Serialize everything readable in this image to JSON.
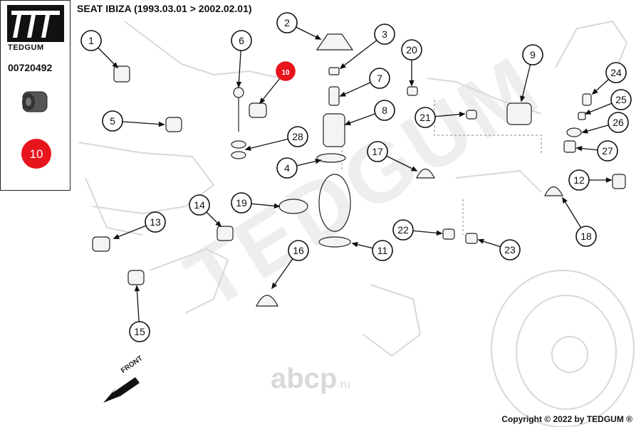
{
  "header": {
    "title": "SEAT IBIZA  (1993.03.01 > 2002.02.01)",
    "copyright": "Copyright © 2022 by TEDGUM ®"
  },
  "sidebar": {
    "brand": "TEDGUM",
    "part_number": "00720492",
    "highlight_label": "10"
  },
  "watermarks": {
    "brand": "TEDGUM",
    "site": "abcp",
    "site_suffix": ".ru"
  },
  "direction": {
    "label": "FRONT"
  },
  "callouts": [
    {
      "label": "1"
    },
    {
      "label": "2"
    },
    {
      "label": "3"
    },
    {
      "label": "4"
    },
    {
      "label": "5"
    },
    {
      "label": "6"
    },
    {
      "label": "7"
    },
    {
      "label": "8"
    },
    {
      "label": "9"
    },
    {
      "label": "10"
    },
    {
      "label": "11"
    },
    {
      "label": "12"
    },
    {
      "label": "13"
    },
    {
      "label": "14"
    },
    {
      "label": "15"
    },
    {
      "label": "16"
    },
    {
      "label": "17"
    },
    {
      "label": "18"
    },
    {
      "label": "19"
    },
    {
      "label": "20"
    },
    {
      "label": "21"
    },
    {
      "label": "22"
    },
    {
      "label": "23"
    },
    {
      "label": "24"
    },
    {
      "label": "25"
    },
    {
      "label": "26"
    },
    {
      "label": "27"
    },
    {
      "label": "28"
    }
  ],
  "colors": {
    "highlight": "#e8141c",
    "line": "#111111",
    "ghost": "#d8d8d8"
  }
}
